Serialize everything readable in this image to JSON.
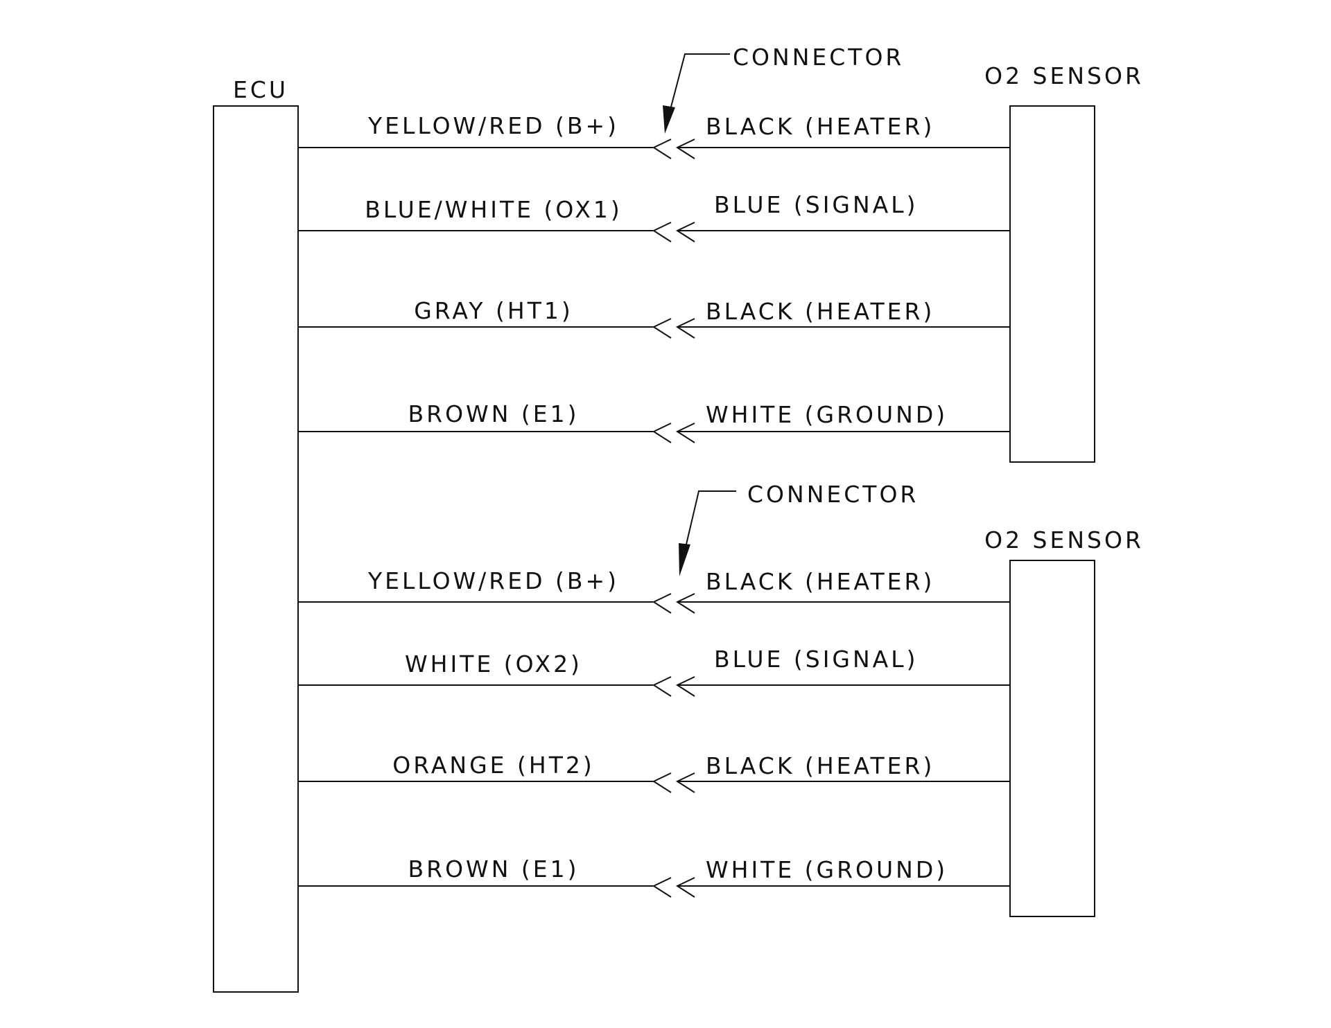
{
  "ecu": {
    "label": "ECU"
  },
  "sensors": [
    {
      "label": "O2 SENSOR",
      "connector_label": "CONNECTOR",
      "wires": [
        {
          "ecu_side": "YELLOW/RED (B+)",
          "sensor_side": "BLACK (HEATER)"
        },
        {
          "ecu_side": "BLUE/WHITE (OX1)",
          "sensor_side": "BLUE (SIGNAL)"
        },
        {
          "ecu_side": "GRAY (HT1)",
          "sensor_side": "BLACK (HEATER)"
        },
        {
          "ecu_side": "BROWN (E1)",
          "sensor_side": "WHITE (GROUND)"
        }
      ]
    },
    {
      "label": "O2 SENSOR",
      "connector_label": "CONNECTOR",
      "wires": [
        {
          "ecu_side": "YELLOW/RED (B+)",
          "sensor_side": "BLACK (HEATER)"
        },
        {
          "ecu_side": "WHITE (OX2)",
          "sensor_side": "BLUE (SIGNAL)"
        },
        {
          "ecu_side": "ORANGE (HT2)",
          "sensor_side": "BLACK (HEATER)"
        },
        {
          "ecu_side": "BROWN (E1)",
          "sensor_side": "WHITE (GROUND)"
        }
      ]
    }
  ],
  "colors": {
    "line": "#111111",
    "background": "#ffffff"
  }
}
